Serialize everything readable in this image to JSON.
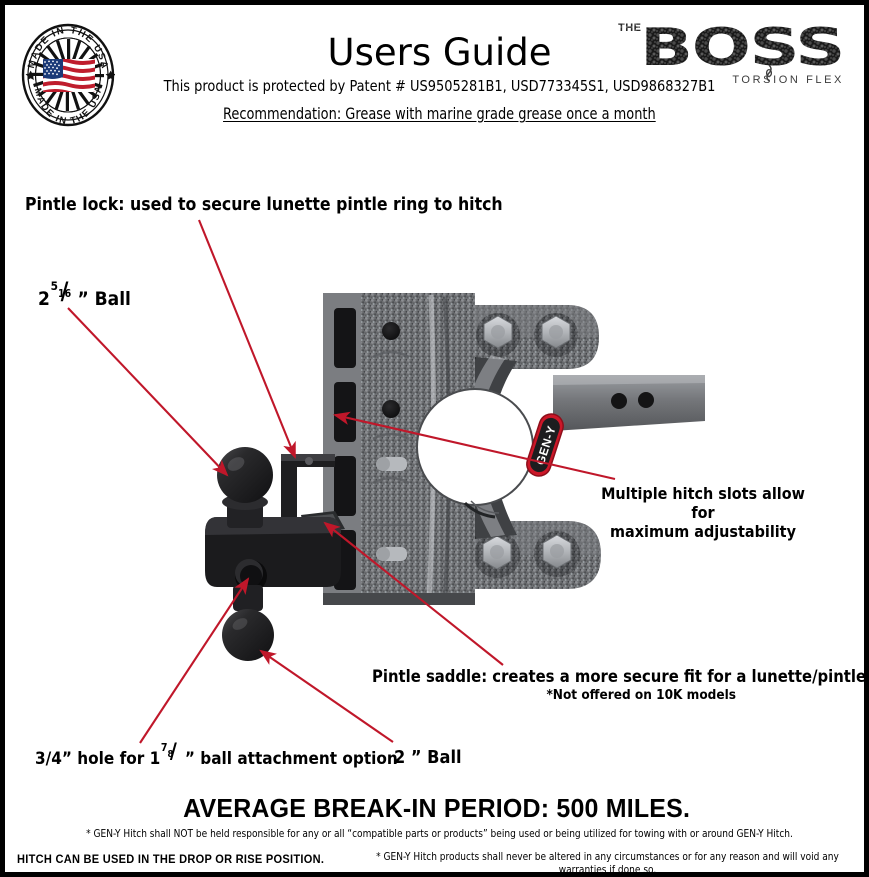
{
  "header": {
    "title": "Users Guide",
    "patent_line": "This product is protected by Patent # US9505281B1, USD773345S1, USD9868327B1",
    "recommendation": "Recommendation: Grease with marine grade grease once a month",
    "seal_top_text": "MADE IN THE USA",
    "seal_bottom_text": "MADE IN THE USA",
    "logo": {
      "the": "THE",
      "word": "BOSS",
      "tagline": "TORSION ⧖ FLEX"
    }
  },
  "callouts": {
    "pintle_lock": "Pintle lock: used to secure lunette pintle ring to hitch",
    "ball_2_5_16": {
      "whole": "2",
      "num": "5",
      "den": "16",
      "suffix": "” Ball"
    },
    "hitch_slots_line1": "Multiple hitch slots allow for",
    "hitch_slots_line2": "maximum adjustability",
    "pintle_saddle": "Pintle saddle: creates a more secure fit for a lunette/pintle ring.",
    "pintle_saddle_note": "*Not offered on 10K models",
    "hole_attachment": {
      "prefix": "3/4” hole for 1",
      "num": "7",
      "den": "8",
      "suffix": "” ball attachment option"
    },
    "ball_2": "2 ” Ball"
  },
  "product": {
    "badge_label": "GEN-Y"
  },
  "footer": {
    "headline": "AVERAGE BREAK-IN PERIOD: 500 MILES.",
    "disclaimer_1": "* GEN-Y Hitch shall NOT be held responsible for any or all “compatible parts or products” being used or being utilized for towing with or around GEN-Y Hitch.",
    "disclaimer_2": "* GEN-Y Hitch products shall never be altered in any circumstances or for any reason and will void any warranties if done so.",
    "drop_rise": "HITCH CAN BE USED IN THE DROP OR RISE POSITION."
  },
  "colors": {
    "arrow_red": "#C0172A",
    "badge_red": "#D0182B",
    "border": "#000000",
    "metal_gray": "#6f7175",
    "ball_black": "#1c1c1e"
  }
}
